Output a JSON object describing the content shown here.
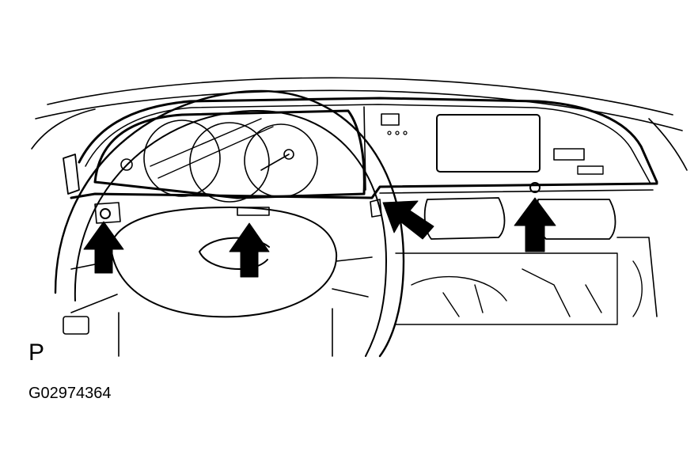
{
  "diagram": {
    "view_marker": "P",
    "figure_id": "G02974364",
    "arrows": [
      {
        "label": "lower-left-clip-arrow",
        "direction": "up"
      },
      {
        "label": "center-clip-arrow",
        "direction": "up"
      },
      {
        "label": "side-clip-arrow",
        "direction": "up-left"
      },
      {
        "label": "right-clip-arrow",
        "direction": "up"
      }
    ],
    "colors": {
      "ink": "#000000",
      "paper": "#ffffff"
    }
  }
}
